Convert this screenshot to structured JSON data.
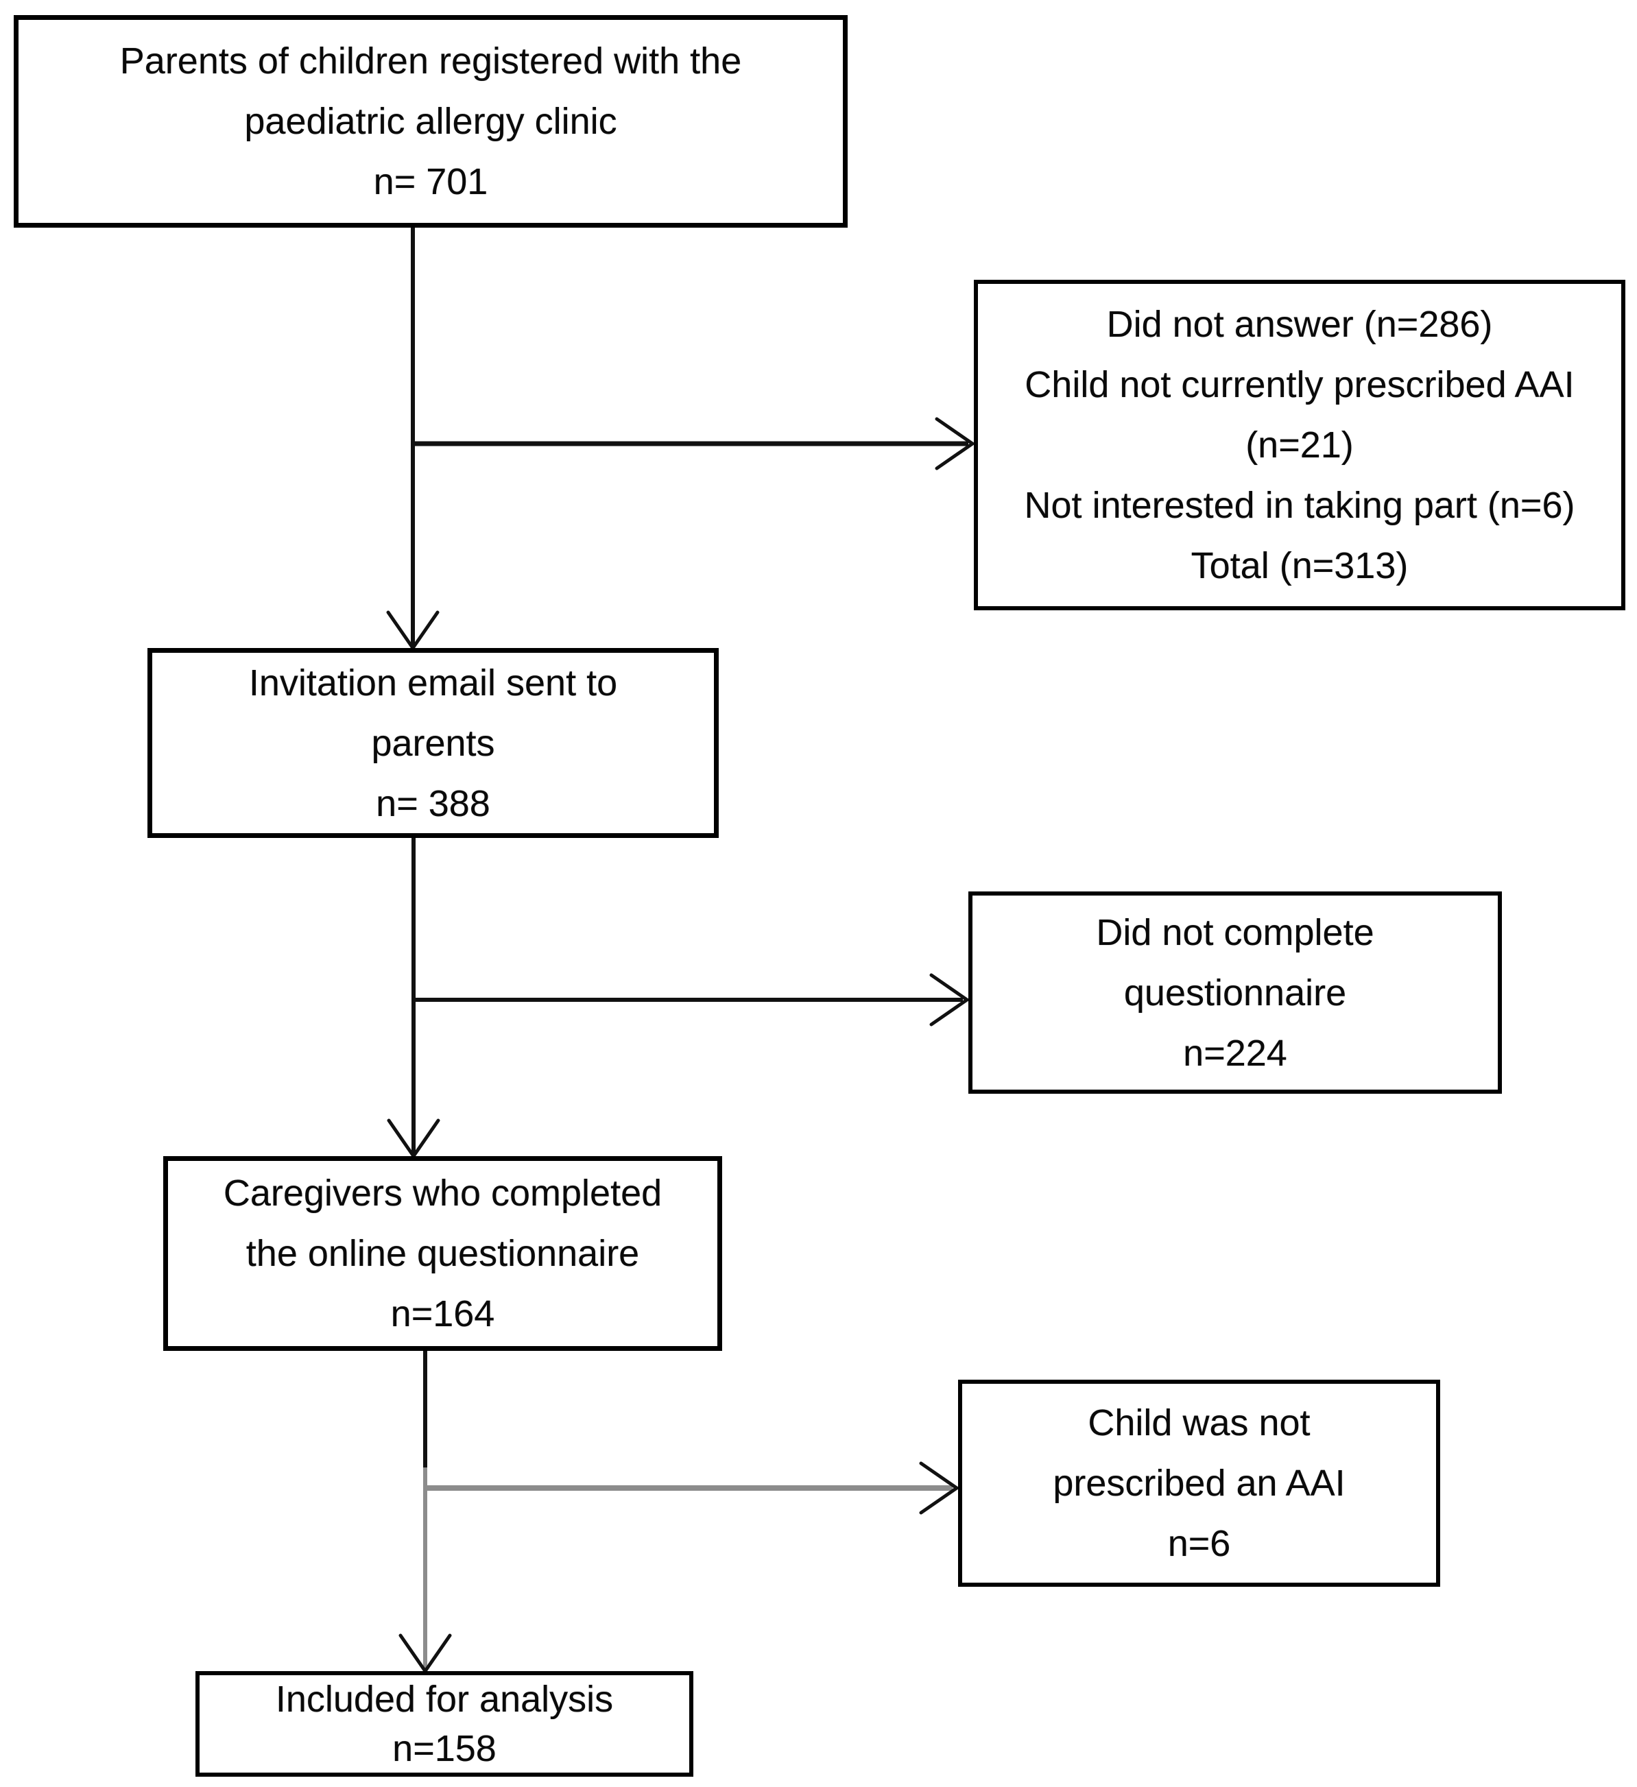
{
  "figure": {
    "background": "#ffffff",
    "colors": {
      "box_border": "#000000",
      "text": "#0a0a0a",
      "connector": "#111111",
      "connector_gray": "#8c8c8c"
    },
    "boxes": {
      "parents": {
        "lines": [
          "Parents of children registered with the",
          "paediatric allergy clinic",
          "n= 701"
        ]
      },
      "did_not_answer": {
        "lines": [
          "Did not answer (n=286)",
          "Child not currently prescribed AAI",
          "(n=21)",
          "Not interested in taking part (n=6)",
          "Total (n=313)"
        ]
      },
      "invitation": {
        "lines": [
          "Invitation email sent to",
          "parents",
          "n= 388"
        ]
      },
      "did_not_complete": {
        "lines": [
          "Did not complete",
          "questionnaire",
          "n=224"
        ]
      },
      "caregivers": {
        "lines": [
          "Caregivers who completed",
          "the online questionnaire",
          "n=164"
        ]
      },
      "not_prescribed": {
        "lines": [
          "Child was not",
          "prescribed an AAI",
          "n=6"
        ]
      },
      "included": {
        "lines": [
          "Included for analysis",
          "n=158"
        ]
      }
    }
  }
}
